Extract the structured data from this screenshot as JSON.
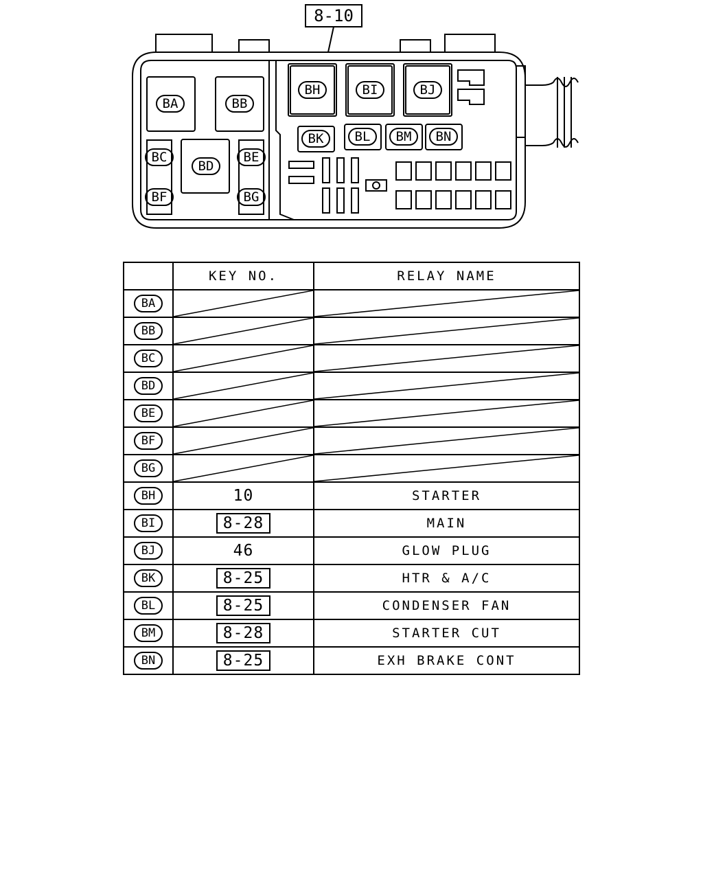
{
  "diagram": {
    "reference": "8-10",
    "slots": {
      "BA": "BA",
      "BB": "BB",
      "BC": "BC",
      "BD": "BD",
      "BE": "BE",
      "BF": "BF",
      "BG": "BG",
      "BH": "BH",
      "BI": "BI",
      "BJ": "BJ",
      "BK": "BK",
      "BL": "BL",
      "BM": "BM",
      "BN": "BN"
    }
  },
  "table": {
    "headers": {
      "key": "KEY NO.",
      "relay": "RELAY NAME"
    },
    "rows": [
      {
        "code": "BA",
        "key": "",
        "boxed": false,
        "name": ""
      },
      {
        "code": "BB",
        "key": "",
        "boxed": false,
        "name": ""
      },
      {
        "code": "BC",
        "key": "",
        "boxed": false,
        "name": ""
      },
      {
        "code": "BD",
        "key": "",
        "boxed": false,
        "name": ""
      },
      {
        "code": "BE",
        "key": "",
        "boxed": false,
        "name": ""
      },
      {
        "code": "BF",
        "key": "",
        "boxed": false,
        "name": ""
      },
      {
        "code": "BG",
        "key": "",
        "boxed": false,
        "name": ""
      },
      {
        "code": "BH",
        "key": "10",
        "boxed": false,
        "name": "STARTER"
      },
      {
        "code": "BI",
        "key": "8-28",
        "boxed": true,
        "name": "MAIN"
      },
      {
        "code": "BJ",
        "key": "46",
        "boxed": false,
        "name": "GLOW PLUG"
      },
      {
        "code": "BK",
        "key": "8-25",
        "boxed": true,
        "name": "HTR & A/C"
      },
      {
        "code": "BL",
        "key": "8-25",
        "boxed": true,
        "name": "CONDENSER FAN"
      },
      {
        "code": "BM",
        "key": "8-28",
        "boxed": true,
        "name": "STARTER CUT"
      },
      {
        "code": "BN",
        "key": "8-25",
        "boxed": true,
        "name": "EXH BRAKE CONT"
      }
    ]
  }
}
